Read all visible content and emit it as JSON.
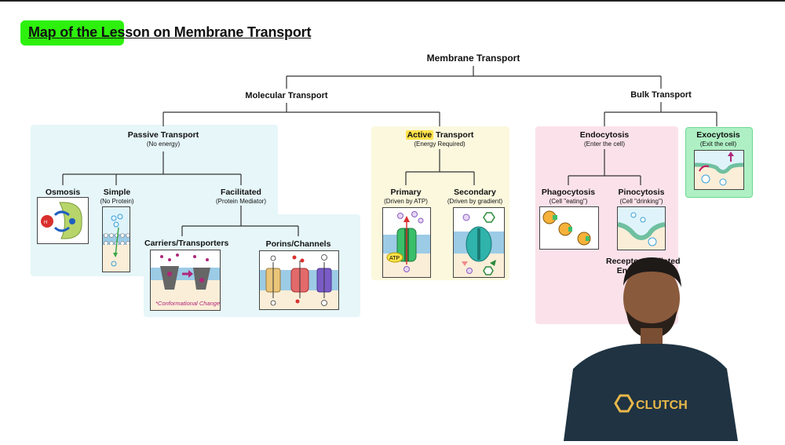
{
  "lesson": {
    "title": "Map of the Lesson on Membrane Transport"
  },
  "tree": {
    "root": "Membrane Transport",
    "molecular": "Molecular Transport",
    "bulk": "Bulk Transport",
    "passive": {
      "title": "Passive Transport",
      "subtitle": "(No energy)"
    },
    "osmosis": {
      "title": "Osmosis"
    },
    "simple": {
      "title": "Simple",
      "subtitle": "(No Protein)"
    },
    "facilitated": {
      "title": "Facilitated",
      "subtitle": "(Protein Mediator)"
    },
    "carriers": {
      "title": "Carriers/Transporters",
      "caption": "*Conformational Change"
    },
    "porins": {
      "title": "Porins/Channels"
    },
    "active": {
      "title_highlight": "Active",
      "title_rest": " Transport",
      "subtitle": "(Energy Required)"
    },
    "primary": {
      "title": "Primary",
      "subtitle": "(Driven by ATP)",
      "atp_label": "ATP"
    },
    "secondary": {
      "title": "Secondary",
      "subtitle": "(Driven by gradient)"
    },
    "endocytosis": {
      "title": "Endocytosis",
      "subtitle": "(Enter the cell)"
    },
    "phagocytosis": {
      "title": "Phagocytosis",
      "subtitle": "(Cell \"eating\")"
    },
    "pinocytosis": {
      "title": "Pinocytosis",
      "subtitle": "(Cell \"drinking\")"
    },
    "receptor": {
      "title": "Receptor-Mediated",
      "title2": "Endocytosis"
    },
    "exocytosis": {
      "title": "Exocytosis",
      "subtitle": "(Exit the cell)"
    }
  },
  "presenter": {
    "shirt_logo": "CLUTCH"
  },
  "colors": {
    "highlight_green": "#22f000",
    "passive_bg": "#e6f6f9",
    "active_bg": "#fbf8de",
    "endocytosis_bg": "#fbe2ea",
    "exocytosis_bg": "#aef0c4",
    "active_word_highlight": "#ffe24a"
  }
}
